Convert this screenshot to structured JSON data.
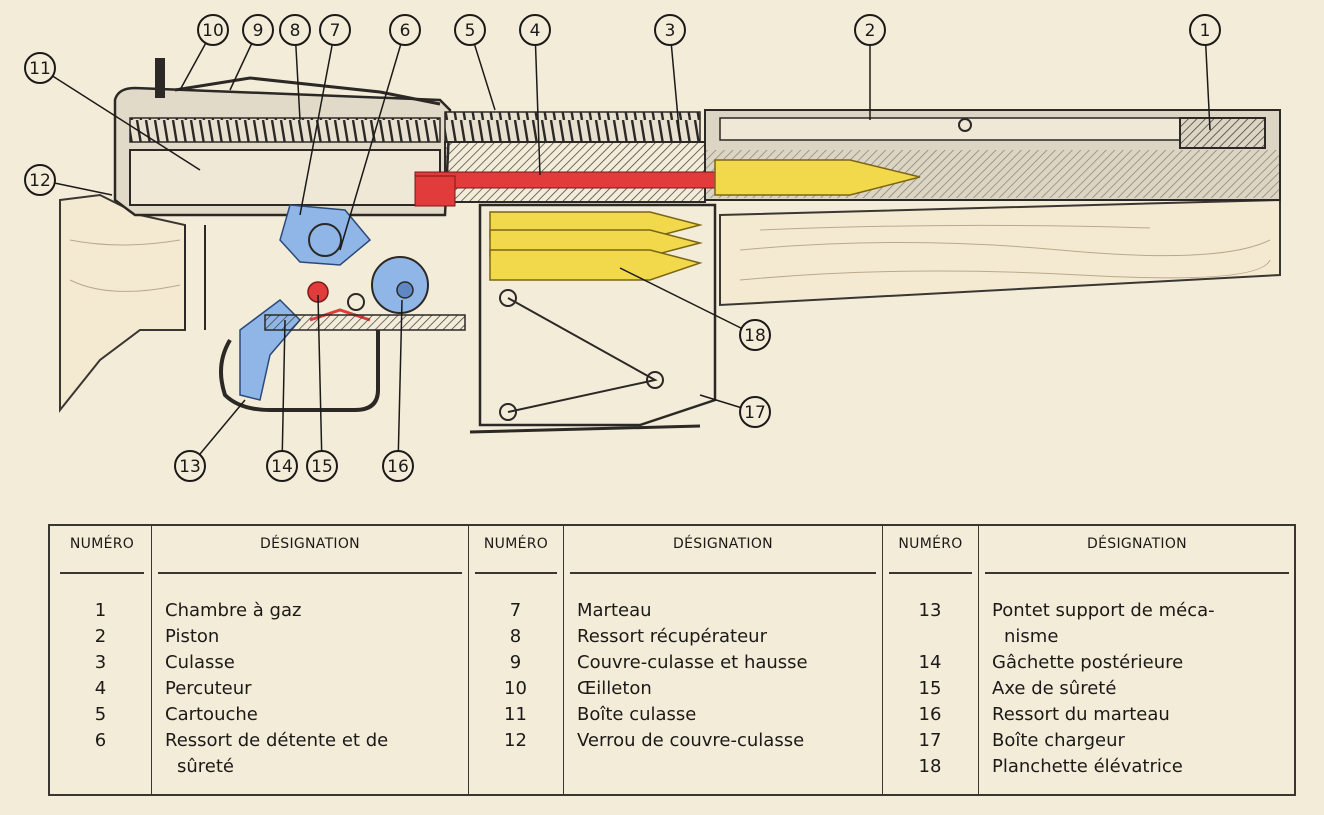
{
  "callouts": [
    "1",
    "2",
    "3",
    "4",
    "5",
    "6",
    "7",
    "8",
    "9",
    "10",
    "11",
    "12",
    "13",
    "14",
    "15",
    "16",
    "17",
    "18"
  ],
  "table": {
    "header_num": "NUMÉRO",
    "header_desc": "DÉSIGNATION",
    "columns": [
      [
        {
          "num": "1",
          "desc": "Chambre à gaz"
        },
        {
          "num": "2",
          "desc": "Piston"
        },
        {
          "num": "3",
          "desc": "Culasse"
        },
        {
          "num": "4",
          "desc": "Percuteur"
        },
        {
          "num": "5",
          "desc": "Cartouche"
        },
        {
          "num": "6",
          "desc": "Ressort de détente et de",
          "desc2": "sûreté"
        }
      ],
      [
        {
          "num": "7",
          "desc": "Marteau"
        },
        {
          "num": "8",
          "desc": "Ressort récupérateur"
        },
        {
          "num": "9",
          "desc": "Couvre-culasse et hausse"
        },
        {
          "num": "10",
          "desc": "Œilleton"
        },
        {
          "num": "11",
          "desc": "Boîte culasse"
        },
        {
          "num": "12",
          "desc": "Verrou de couvre-culasse"
        }
      ],
      [
        {
          "num": "13",
          "desc": "Pontet support de méca-",
          "desc2": "nisme"
        },
        {
          "num": "14",
          "desc": "Gâchette postérieure"
        },
        {
          "num": "15",
          "desc": "Axe de sûreté"
        },
        {
          "num": "16",
          "desc": "Ressort du marteau"
        },
        {
          "num": "17",
          "desc": "Boîte chargeur"
        },
        {
          "num": "18",
          "desc": "Planchette élévatrice"
        }
      ]
    ]
  },
  "colors": {
    "paper": "#f3ecd9",
    "wood": "#f4ead2",
    "metal": "#d8d0bf",
    "firing_pin": "#e23b3b",
    "cartridge": "#f2d94b",
    "hammer": "#8fb6e6",
    "ink": "#1c1a18"
  }
}
